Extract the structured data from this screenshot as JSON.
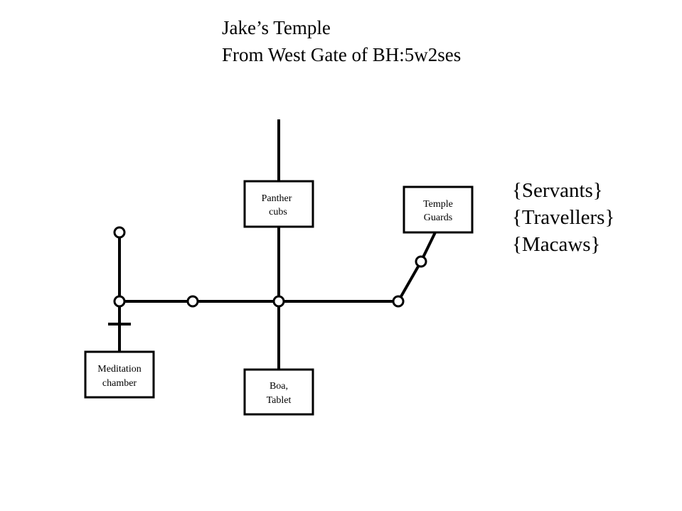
{
  "title": {
    "line1": "Jake’s Temple",
    "line2": "From West Gate of BH:5w2ses"
  },
  "legend": [
    "{Servants}",
    "{Travellers}",
    "{Macaws}"
  ],
  "rooms": {
    "panther": [
      "Panther",
      "cubs"
    ],
    "guards": [
      "Temple",
      "Guards"
    ],
    "meditation": [
      "Meditation",
      "chamber"
    ],
    "boa": [
      "Boa,",
      "Tablet"
    ]
  },
  "colors": {
    "line": "#000000",
    "background": "#ffffff"
  }
}
